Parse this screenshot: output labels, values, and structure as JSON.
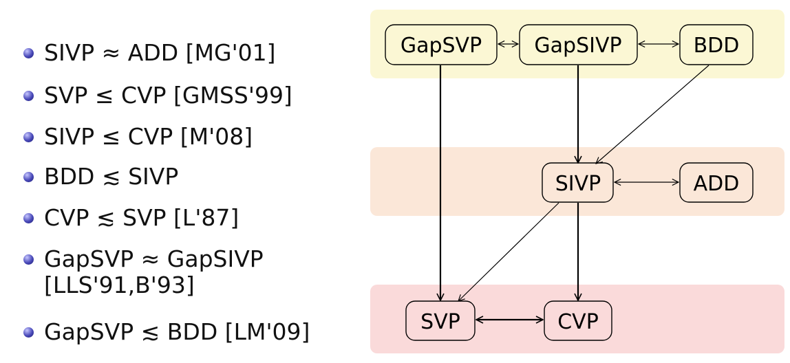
{
  "bullets": [
    {
      "text": "SIVP ≈ ADD [MG'01]"
    },
    {
      "text": "SVP ≤ CVP [GMSS'99]"
    },
    {
      "text": "SIVP ≤ CVP [M'08]"
    },
    {
      "text": "BDD ≲ SIVP"
    },
    {
      "text": "CVP ≲ SVP [L'87]"
    },
    {
      "text": "GapSVP ≈ GapSIVP",
      "continuation": "[LLS'91,B'93]"
    },
    {
      "text": "GapSVP ≲ BDD [LM'09]"
    }
  ],
  "diagram": {
    "bands": [
      {
        "name": "top",
        "color": "#fbf7d4"
      },
      {
        "name": "middle",
        "color": "#fbe7d8"
      },
      {
        "name": "bottom",
        "color": "#fadada"
      }
    ],
    "nodes": {
      "gapsvp": "GapSVP",
      "gapsivp": "GapSIVP",
      "bdd": "BDD",
      "sivp": "SIVP",
      "add": "ADD",
      "svp": "SVP",
      "cvp": "CVP"
    }
  }
}
